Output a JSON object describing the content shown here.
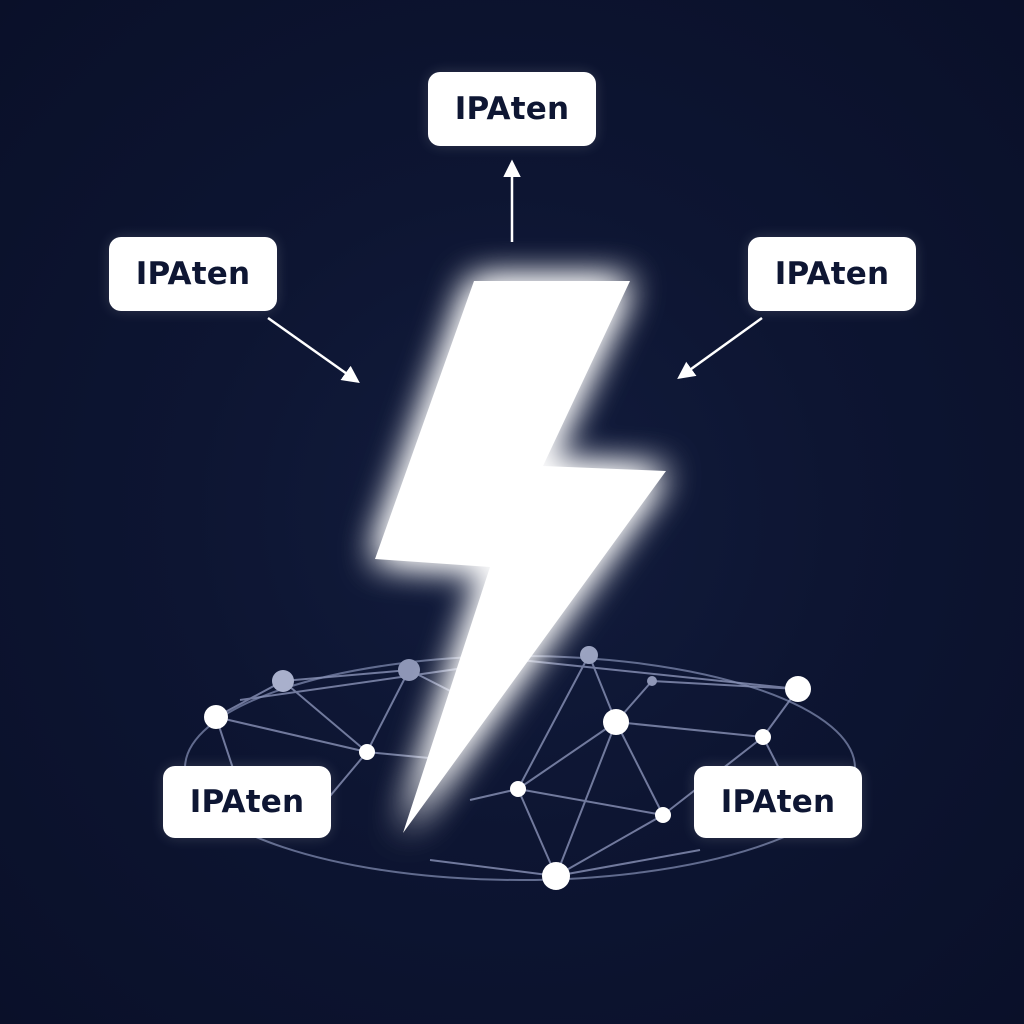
{
  "diagram": {
    "nodes": [
      {
        "id": "top",
        "label": "IPAten"
      },
      {
        "id": "left",
        "label": "IPAten"
      },
      {
        "id": "right",
        "label": "IPAten"
      },
      {
        "id": "bottom_left",
        "label": "IPAten"
      },
      {
        "id": "bottom_right",
        "label": "IPAten"
      }
    ],
    "edges": [
      {
        "from": "bolt",
        "to": "top",
        "style": "arrow"
      },
      {
        "from": "left",
        "to": "bolt",
        "style": "arrow"
      },
      {
        "from": "right",
        "to": "bolt",
        "style": "arrow"
      }
    ],
    "central_icon": "lightning-bolt-icon",
    "base_icon": "network-mesh-icon",
    "colors": {
      "background": "#0c1430",
      "label_fill": "#ffffff",
      "label_text": "#0e1633",
      "bolt": "#ffffff",
      "mesh_line": "#8a93b8"
    }
  }
}
